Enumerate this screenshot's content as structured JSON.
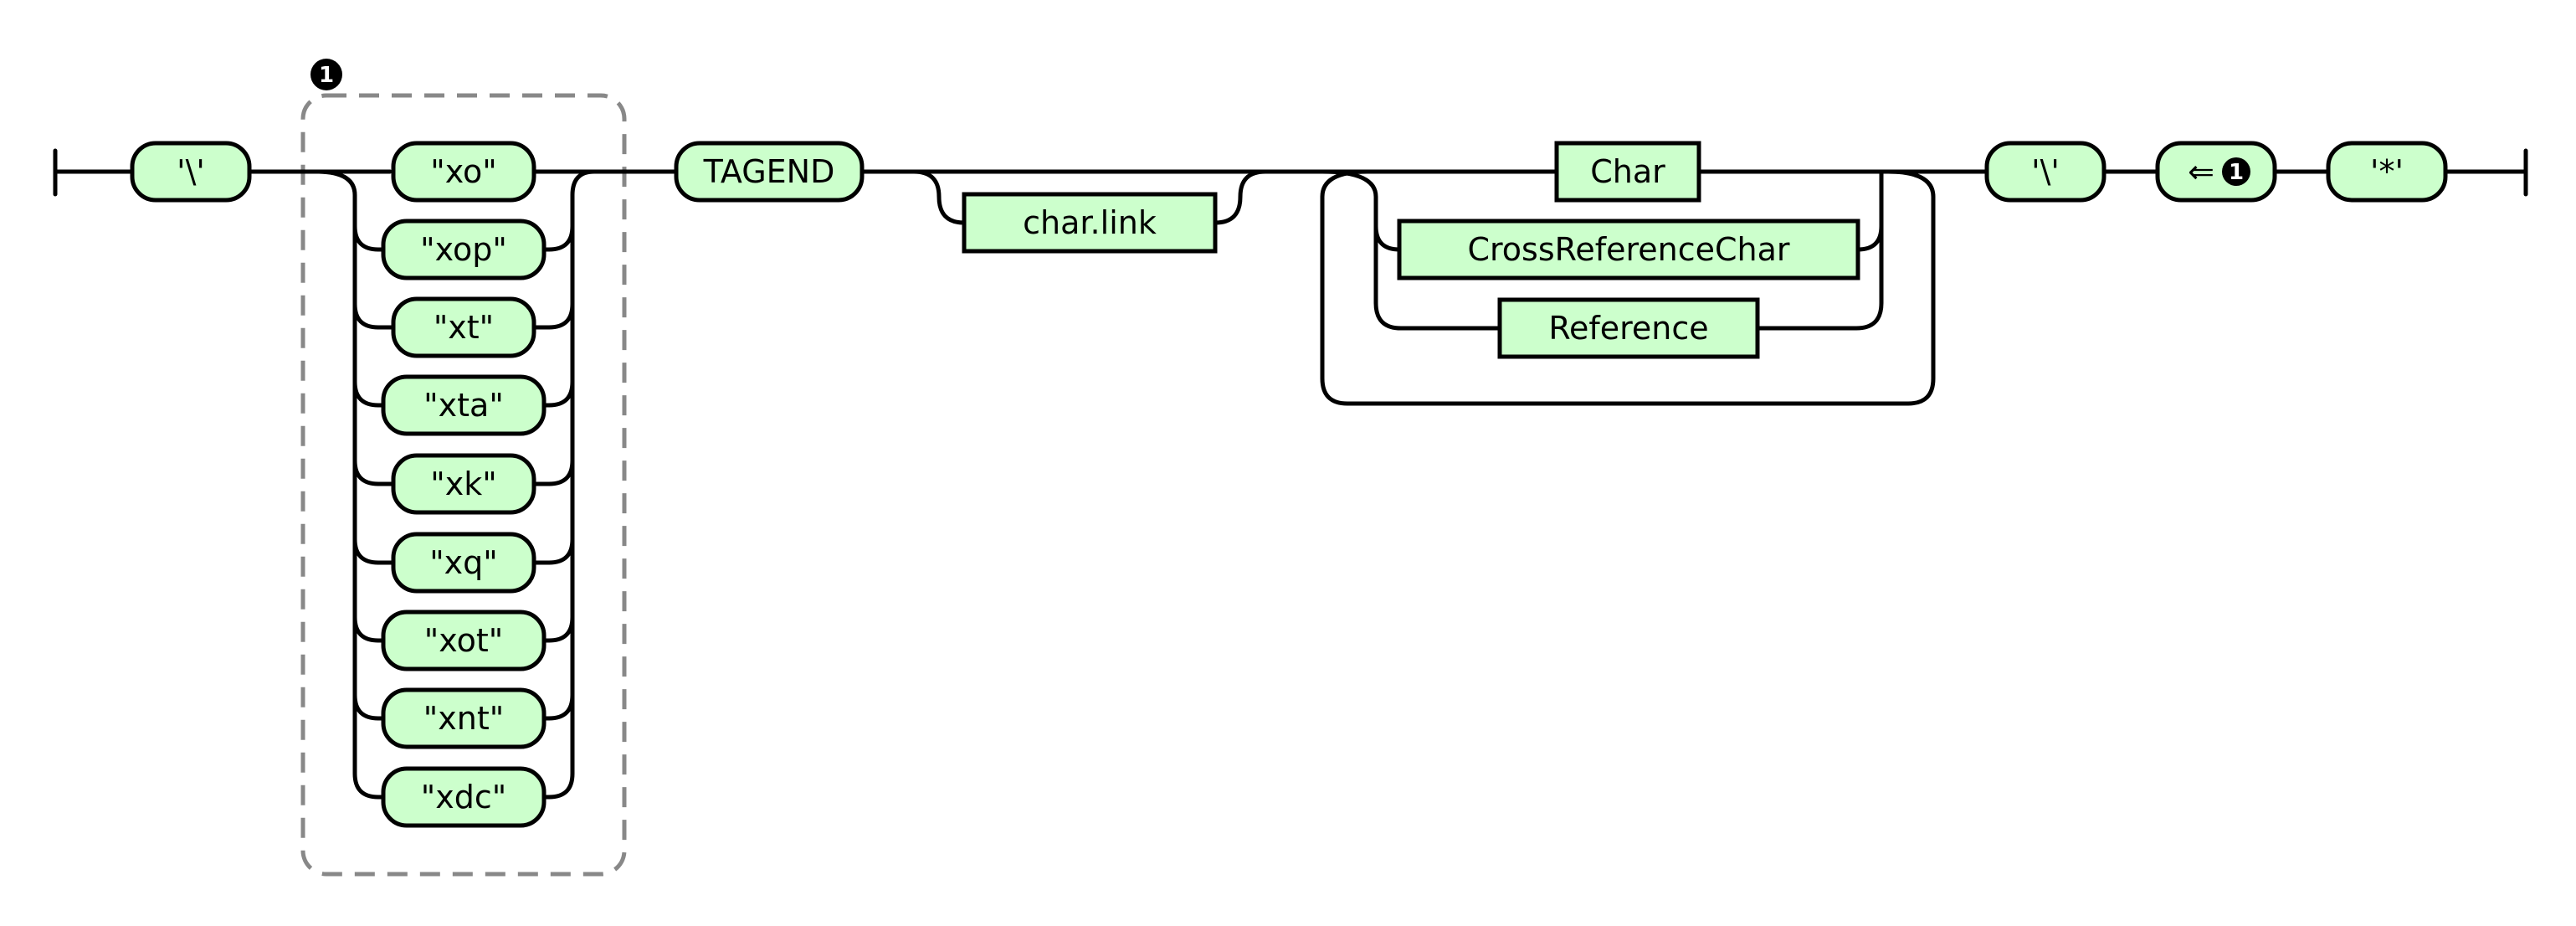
{
  "diagram": {
    "start": {
      "label": "'\\'"
    },
    "group": {
      "badge": "1",
      "alternatives": [
        "\"xo\"",
        "\"xop\"",
        "\"xt\"",
        "\"xta\"",
        "\"xk\"",
        "\"xq\"",
        "\"xot\"",
        "\"xnt\"",
        "\"xdc\""
      ]
    },
    "tagend": "TAGEND",
    "optional": {
      "label": "char.link"
    },
    "choice": {
      "items": [
        "Char",
        "CrossReferenceChar",
        "Reference"
      ]
    },
    "tail": {
      "backslash": "'\\'",
      "ref_arrow": "⇐",
      "ref_num": "1",
      "star": "'*'"
    }
  }
}
